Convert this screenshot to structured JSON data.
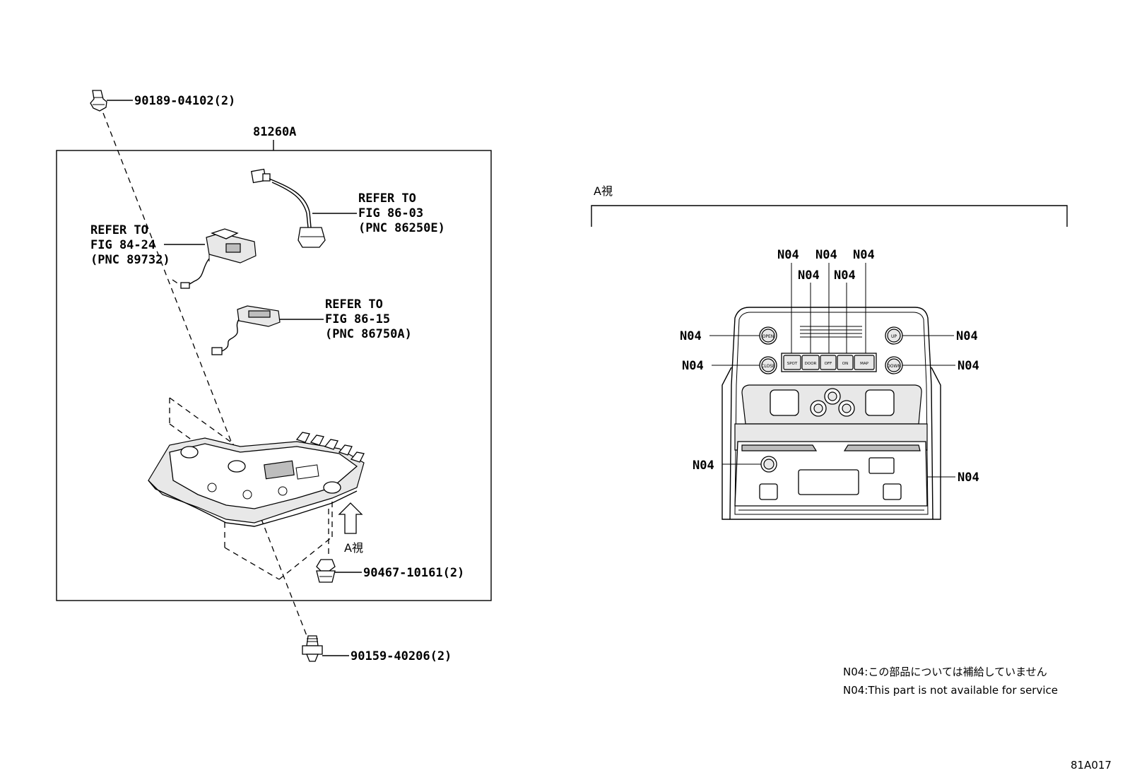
{
  "parts": {
    "clip_top": "90189-04102(2)",
    "assembly": "81260A",
    "clip_bottom": "90467-10161(2)",
    "screw": "90159-40206(2)"
  },
  "refs": {
    "ref1": {
      "line1": "REFER TO",
      "line2": "FIG 86-03",
      "line3": "(PNC 86250E)"
    },
    "ref2": {
      "line1": "REFER TO",
      "line2": "FIG 84-24",
      "line3": "(PNC 89732)"
    },
    "ref3": {
      "line1": "REFER TO",
      "line2": "FIG 86-15",
      "line3": "(PNC 86750A)"
    }
  },
  "view": {
    "arrow_label": "A視",
    "section_label": "A視",
    "n04": "N04",
    "buttons": {
      "top_left": "OPEN",
      "top_right": "UP",
      "mid_left": "CLOSE",
      "mid_right": "DOWN",
      "row": [
        "SPOT",
        "DOOR",
        "OFF",
        "ON",
        "MAP"
      ]
    }
  },
  "notes": {
    "jp": "N04:この部品については補給していません",
    "en": "N04:This part is not available for service"
  },
  "figure_id": "81A017"
}
